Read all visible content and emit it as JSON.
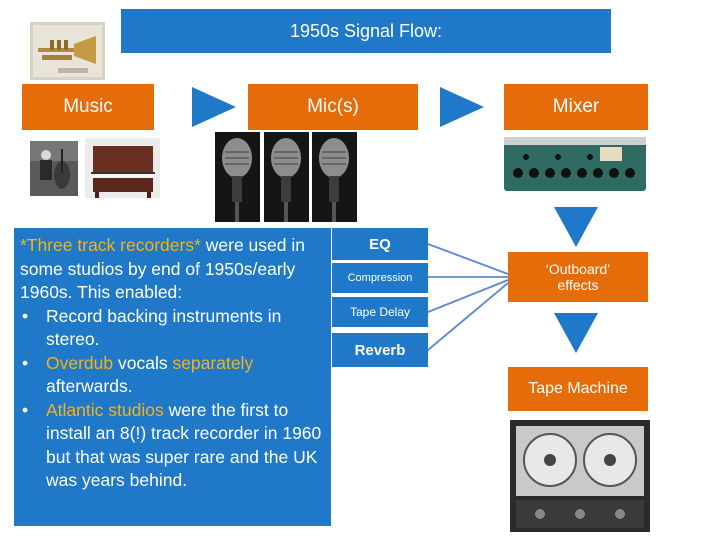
{
  "title": "1950s Signal Flow:",
  "stages": {
    "music": "Music",
    "mics": "Mic(s)",
    "mixer": "Mixer"
  },
  "effects": [
    {
      "label": "EQ"
    },
    {
      "label": "Compression"
    },
    {
      "label": "Tape Delay"
    },
    {
      "label": "Reverb"
    }
  ],
  "outboard": "‘Outboard’ effects",
  "tape_machine": "Tape Machine",
  "info": {
    "lead_quote": "*Three track recorders*",
    "lead_rest": " were used in some studios by end of 1950s/early 1960s.  This enabled:",
    "bullet1": "Record backing instruments in stereo.",
    "bullet2_hl1": "Overdub",
    "bullet2_mid": " vocals ",
    "bullet2_hl2": "separately",
    "bullet2_rest": " afterwards.",
    "bullet3_hl": "Atlantic studios",
    "bullet3_rest": " were the first to install an 8(!) track recorder in 1960 but that was super rare and the UK was years behind."
  },
  "colors": {
    "blue": "#1f78c8",
    "orange": "#e66c0a",
    "highlight": "#f5b21a"
  }
}
